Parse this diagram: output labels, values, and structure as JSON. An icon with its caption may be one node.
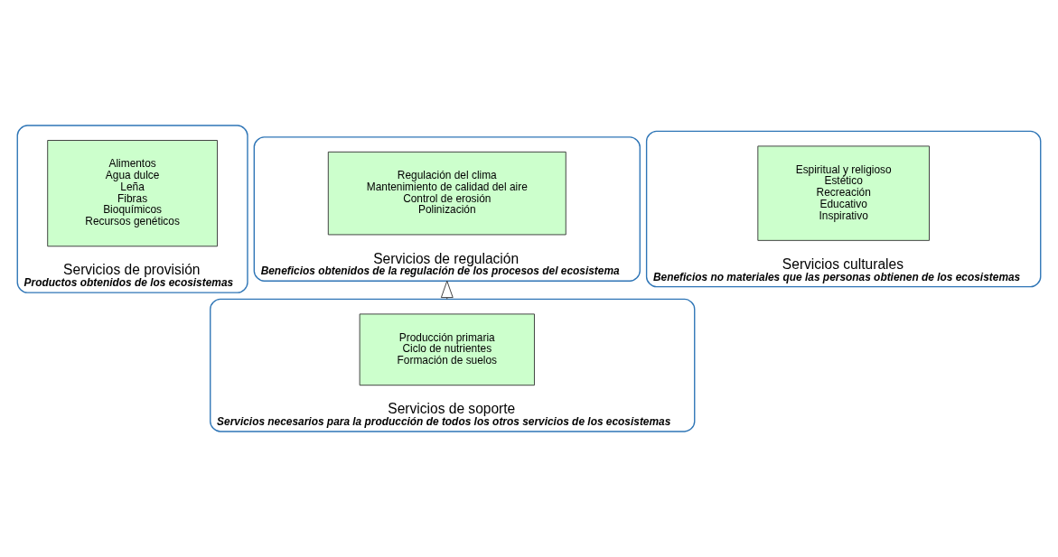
{
  "diagram": {
    "nodes": [
      {
        "text": [
          "Servicios de provisión",
          "Productos obtenidos de los ecosistemas"
        ]
      },
      {
        "text": [
          "Alimentos",
          "Agua dulce",
          "Leña",
          "Fibras",
          "Bioquímicos",
          "Recursos genéticos"
        ],
        "in": 0
      },
      {
        "text": [
          "Servicios de regulación",
          "Beneficios obtenidos de la regulación de los procesos del ecosistema"
        ]
      },
      {
        "text": [
          "Regulación del clima",
          "Mantenimiento de calidad del aire",
          "Control de erosión",
          "Polinización"
        ],
        "in": 2
      },
      {
        "text": [
          "Servicios culturales",
          "Beneficios no materiales que las personas obtienen de los ecosistemas"
        ]
      },
      {
        "text": [
          "Espiritual y religioso",
          "Estético",
          "Recreación",
          "Educativo",
          "Inspirativo"
        ],
        "in": 4
      },
      {
        "text": [
          "Servicios de soporte",
          "Servicios necesarios para la producción de todos los otros servicios de los ecosistemas"
        ]
      },
      {
        "text": [
          "Producción primaria",
          "Ciclo de nutrientes",
          "Formación de suelos"
        ],
        "in": 6
      }
    ],
    "edges": [
      {
        "from": 6,
        "to": 2,
        "arrow": "to"
      }
    ]
  }
}
